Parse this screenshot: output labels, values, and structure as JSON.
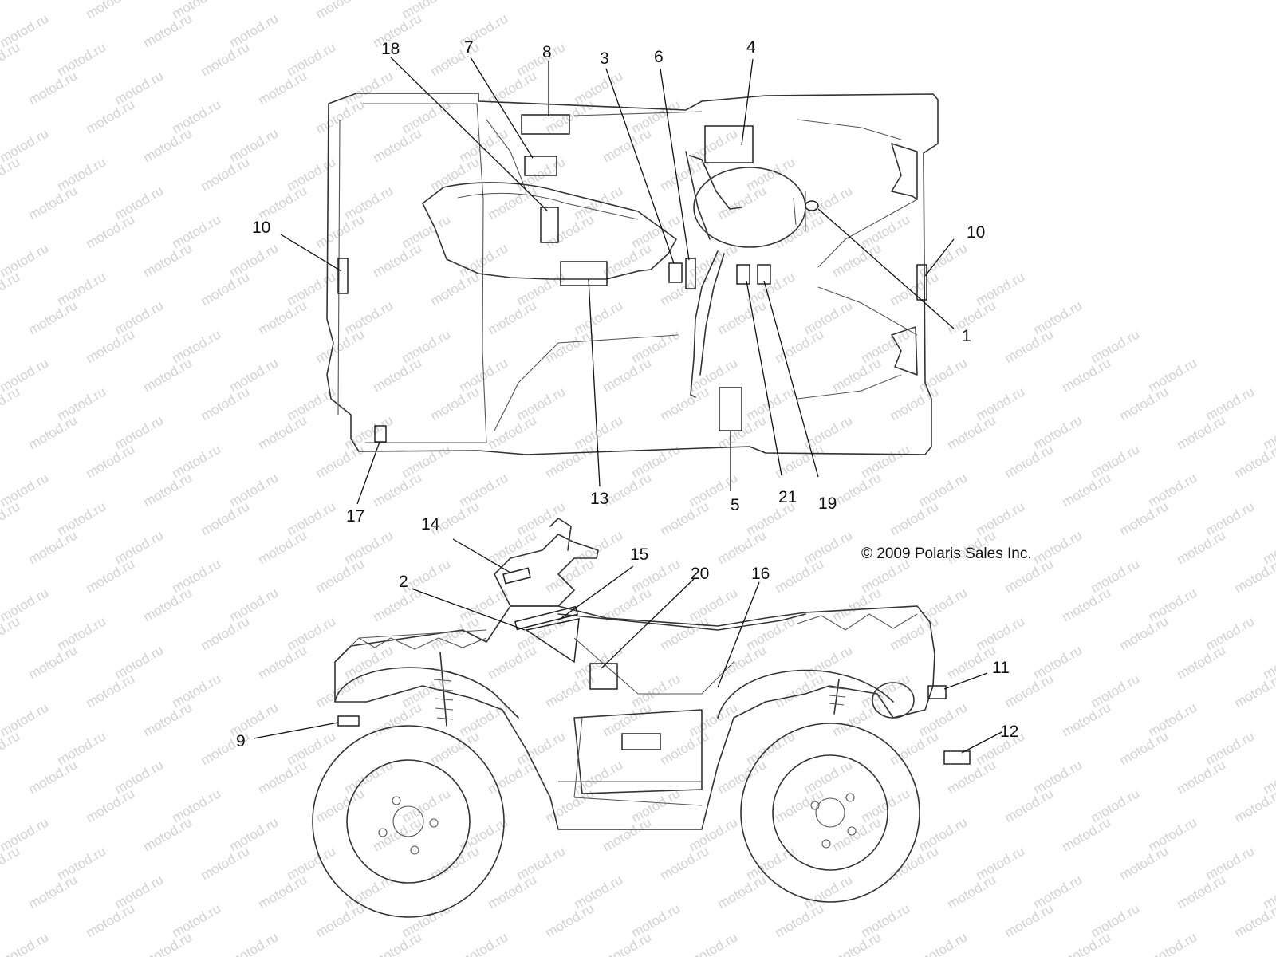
{
  "copyright": "© 2009 Polaris Sales Inc.",
  "watermark": "motod.ru",
  "callouts": {
    "c1": "1",
    "c2": "2",
    "c3": "3",
    "c4": "4",
    "c5": "5",
    "c6": "6",
    "c7": "7",
    "c8": "8",
    "c9": "9",
    "c10a": "10",
    "c10b": "10",
    "c11": "11",
    "c12": "12",
    "c13": "13",
    "c14": "14",
    "c15": "15",
    "c16": "16",
    "c17": "17",
    "c18": "18",
    "c19": "19",
    "c20": "20",
    "c21": "21"
  }
}
